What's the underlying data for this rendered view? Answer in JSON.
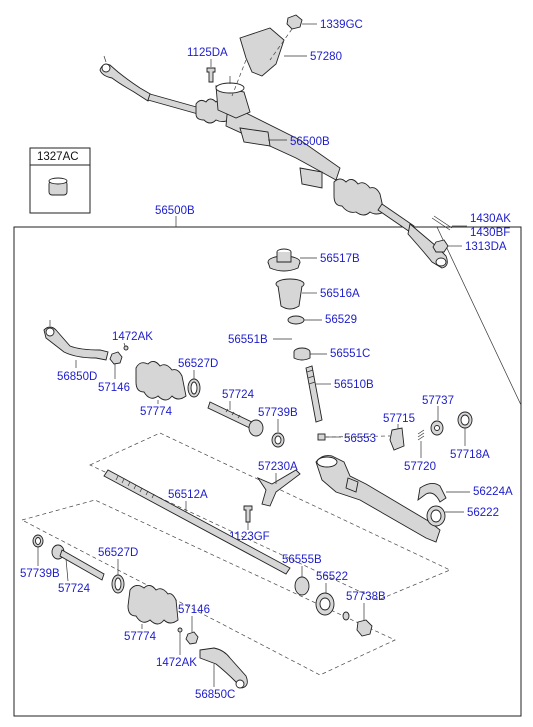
{
  "colors": {
    "label": "#1d1dcc",
    "line": "#222222",
    "part_fill": "#d6d6d6"
  },
  "labels": {
    "l1339gc": "1339GC",
    "l1125da": "1125DA",
    "l57280": "57280",
    "l56500b_top": "56500B",
    "l1327ac": "1327AC",
    "l56500b_box": "56500B",
    "l1430ak": "1430AK",
    "l1430bf": "1430BF",
    "l1313da": "1313DA",
    "l56517b": "56517B",
    "l56516a": "56516A",
    "l56529": "56529",
    "l56551b": "56551B",
    "l56551c": "56551C",
    "l56510b": "56510B",
    "l1472ak_top": "1472AK",
    "l56850d": "56850D",
    "l57146_top": "57146",
    "l56527d_top": "56527D",
    "l57774_top": "57774",
    "l57724_top": "57724",
    "l57739b_top": "57739B",
    "l57737": "57737",
    "l57715": "57715",
    "l57718a": "57718A",
    "l57720": "57720",
    "l56553": "56553",
    "l57230a": "57230A",
    "l56224a": "56224A",
    "l56512a": "56512A",
    "l56222": "56222",
    "l1123gf": "1123GF",
    "l56527d_bot": "56527D",
    "l57739b_bot": "57739B",
    "l57724_bot": "57724",
    "l56555b": "56555B",
    "l56522": "56522",
    "l57738b": "57738B",
    "l57146_bot": "57146",
    "l57774_bot": "57774",
    "l1472ak_bot": "1472AK",
    "l56850c": "56850C"
  }
}
